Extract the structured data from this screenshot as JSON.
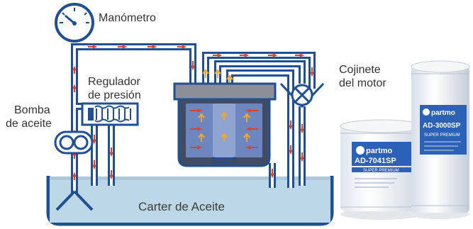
{
  "labels": {
    "gauge": "Manómetro",
    "regulator_line1": "Regulador",
    "regulator_line2": "de presión",
    "pump_line1": "Bomba",
    "pump_line2": "de aceite",
    "bearing_line1": "Cojinete",
    "bearing_line2": "del motor",
    "sump": "Carter de Aceite"
  },
  "products": {
    "brand": "partmo",
    "small": {
      "model": "AD-7041SP",
      "line": "SUPER PREMIUM"
    },
    "large": {
      "model": "AD-3000SP",
      "line": "SUPER PREMIUM"
    }
  },
  "colors": {
    "pipe": "#1f4f94",
    "oil_red": "#d9452b",
    "oil_orange": "#f5a623",
    "sump_fill": "#bcd7e6",
    "filter_body": "#888e96",
    "filter_core": "#6a83b8",
    "accent_blue": "#2c61b8"
  }
}
